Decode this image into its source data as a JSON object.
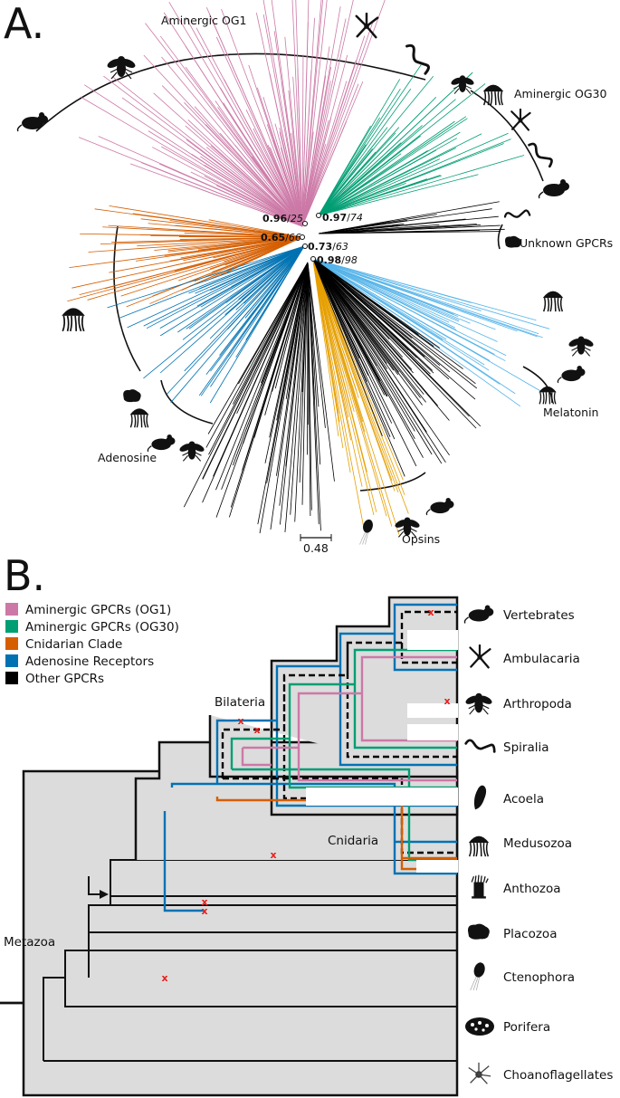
{
  "figure": {
    "panel_a": {
      "letter": "A.",
      "clades": {
        "aminergic_og1": "Aminergic OG1",
        "aminergic_og30": "Aminergic OG30",
        "unknown": "Unknown GPCRs",
        "melatonin": "Melatonin",
        "opsins": "Opsins",
        "adenosine": "Adenosine"
      },
      "supports": [
        {
          "pp": "0.96",
          "bs": "25"
        },
        {
          "pp": "0.97",
          "bs": "74"
        },
        {
          "pp": "0.65",
          "bs": "66"
        },
        {
          "pp": "0.73",
          "bs": "63"
        },
        {
          "pp": "0.98",
          "bs": "98"
        }
      ],
      "scale_bar": "0.48",
      "colors": {
        "og1": "#cc79a7",
        "og30": "#009e73",
        "cnidarian": "#d55e00",
        "adenosine": "#0072b2",
        "melatonin": "#56b4e9",
        "opsins": "#e69f00",
        "other": "#000000"
      }
    },
    "panel_b": {
      "letter": "B.",
      "legend": [
        {
          "label": "Aminergic GPCRs (OG1)",
          "color": "#cc79a7"
        },
        {
          "label": "Aminergic GPCRs (OG30)",
          "color": "#009e73"
        },
        {
          "label": "Cnidarian Clade",
          "color": "#d55e00"
        },
        {
          "label": "Adenosine Receptors",
          "color": "#0072b2"
        },
        {
          "label": "Other GPCRs",
          "color": "#000000"
        }
      ],
      "nodes": {
        "bilateria": "Bilateria",
        "cnidaria": "Cnidaria",
        "metazoa": "Metazoa"
      },
      "taxa": [
        {
          "label": "Vertebrates",
          "icon": "mouse-icon"
        },
        {
          "label": "Ambulacaria",
          "icon": "starfish-icon"
        },
        {
          "label": "Arthropoda",
          "icon": "fly-icon"
        },
        {
          "label": "Spiralia",
          "icon": "worm-icon"
        },
        {
          "label": "Acoela",
          "icon": "acoel-icon"
        },
        {
          "label": "Medusozoa",
          "icon": "jellyfish-icon"
        },
        {
          "label": "Anthozoa",
          "icon": "anemone-icon"
        },
        {
          "label": "Placozoa",
          "icon": "placozoa-icon"
        },
        {
          "label": "Ctenophora",
          "icon": "ctenophore-icon"
        },
        {
          "label": "Porifera",
          "icon": "sponge-icon"
        },
        {
          "label": "Choanoflagellates",
          "icon": "choanoflagellate-icon"
        }
      ],
      "tree_fill": "#dcdcdc",
      "loss_marker": "x",
      "loss_color": "#e8201d"
    }
  }
}
